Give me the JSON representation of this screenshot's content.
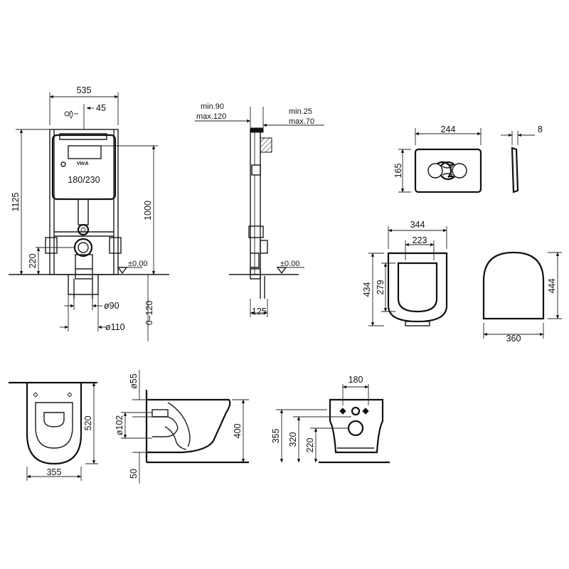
{
  "frame": {
    "width": "535",
    "offset": "45",
    "height": "1125",
    "floor_height": "220",
    "flush_height": "1000",
    "tank_label": "180/230",
    "brand": "VitrA",
    "level": "±0.00",
    "pipe_90": "ø90",
    "pipe_110": "ø110",
    "range": "0–120"
  },
  "side_frame": {
    "wall_min": "min.90",
    "wall_max": "max.120",
    "finish_min": "min.25",
    "finish_max": "max.70",
    "level": "±0.00",
    "depth": "125"
  },
  "flush_plate": {
    "width": "244",
    "height": "165",
    "thickness": "8"
  },
  "seat": {
    "outer_width": "344",
    "inner_width": "223",
    "outer_length": "434",
    "inner_length": "279",
    "lid_width": "360",
    "lid_length": "444"
  },
  "bowl_top": {
    "length": "520",
    "width": "355"
  },
  "bowl_side": {
    "top_pipe": "ø55",
    "outlet": "ø102",
    "height": "400",
    "bottom": "50"
  },
  "bowl_rear": {
    "bolt_spacing": "180",
    "height": "355",
    "inlet_height": "320",
    "outlet_height": "220"
  }
}
